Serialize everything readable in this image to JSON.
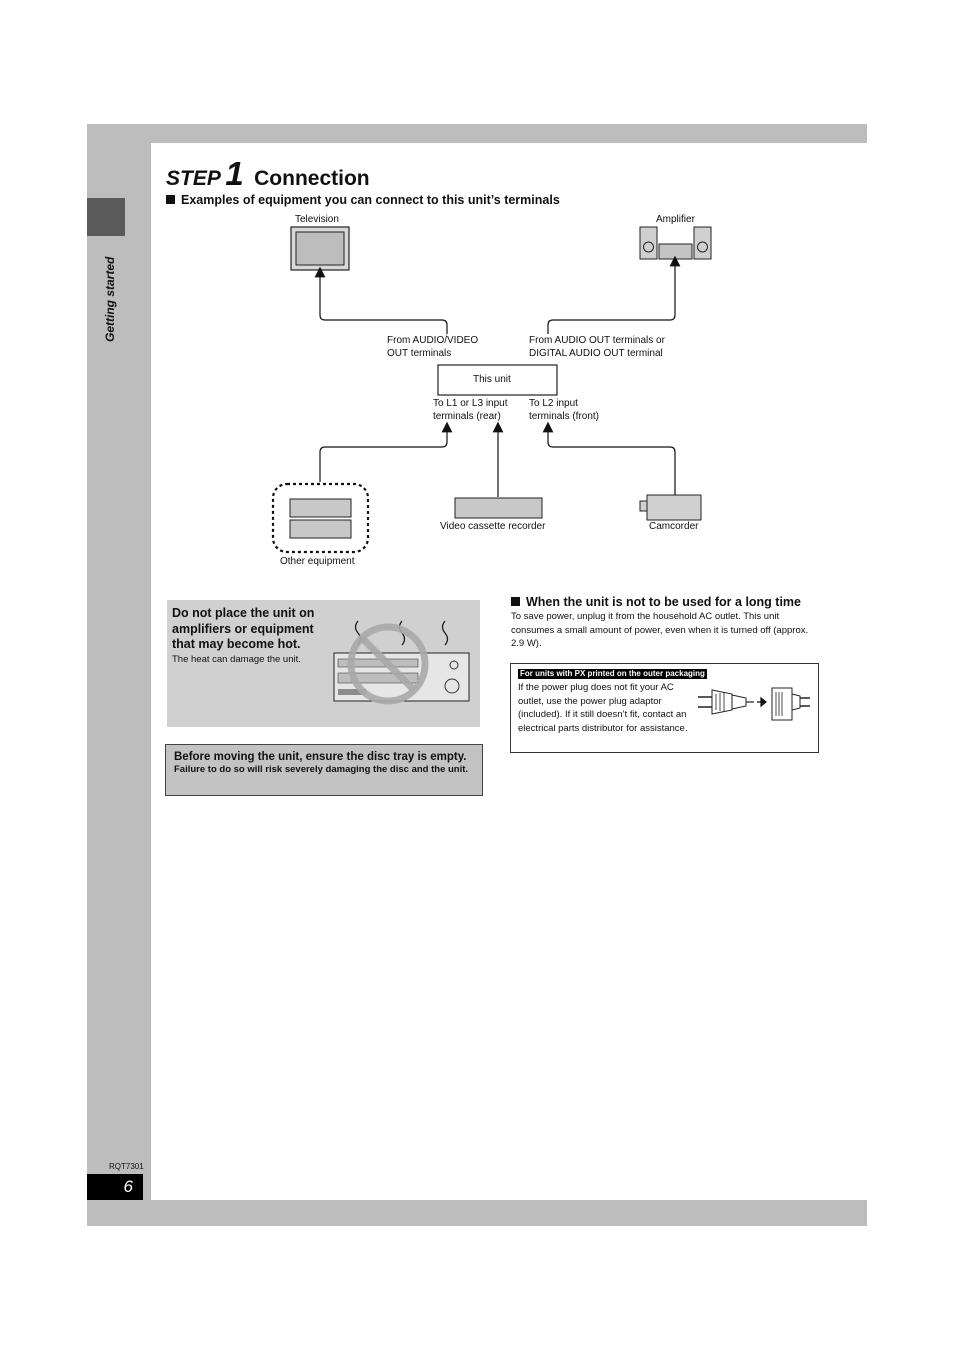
{
  "header": {
    "step_word": "STEP",
    "step_number": "1",
    "title": "Connection"
  },
  "sidebar": {
    "section_label": "Getting started",
    "doc_code": "RQT7301",
    "page_number": "6"
  },
  "examples": {
    "heading": "Examples of equipment you can connect to this unit’s terminals",
    "labels": {
      "television": "Television",
      "amplifier": "Amplifier",
      "av_out_1": "From AUDIO/VIDEO",
      "av_out_2": "OUT terminals",
      "audio_out_1": "From AUDIO OUT terminals or",
      "audio_out_2": "DIGITAL AUDIO OUT terminal",
      "this_unit": "This unit",
      "l1_l3_1": "To L1 or L3 input",
      "l1_l3_2": "terminals (rear)",
      "l2_1": "To L2 input",
      "l2_2": "terminals (front)",
      "vcr": "Video cassette recorder",
      "camcorder": "Camcorder",
      "other": "Other equipment"
    }
  },
  "warning_heat": {
    "title": "Do not place the unit on amplifiers or equipment that may become hot.",
    "subtitle": "The heat can damage the unit."
  },
  "warning_move": {
    "line1": "Before moving the unit, ensure the disc tray is empty.",
    "line2": "Failure to do so will risk severely damaging the disc and the unit."
  },
  "long_time": {
    "heading": "When the unit is not to be used for a long time",
    "body": "To save power, unplug it from the household AC outlet. This unit consumes a small amount of power, even when it is turned off (approx. 2.9 W)."
  },
  "px_note": {
    "label": "For units with PX printed on the outer packaging",
    "body": "If the power plug does not fit your AC outlet, use the power plug adaptor (included). If it still doesn’t fit, contact an electrical parts distributor for assistance."
  }
}
